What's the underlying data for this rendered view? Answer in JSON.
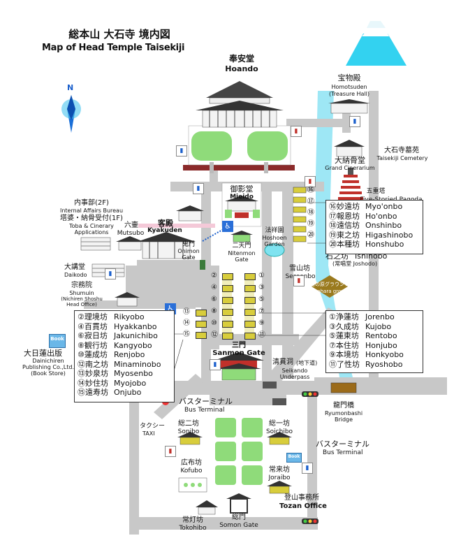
{
  "title": {
    "jp": "総本山 大石寺 境内図",
    "en": "Map of Head Temple Taisekiji"
  },
  "compass": {
    "label": "N"
  },
  "buildings": {
    "hoando": {
      "jp": "奉安堂",
      "en": "Hoando"
    },
    "treasure": {
      "jp": "宝物殿",
      "en": "Homotsuden",
      "en2": "(Treasure Hall)"
    },
    "cinerarium": {
      "jp": "大納骨堂",
      "en": "Grand Cinerarium"
    },
    "cemetery": {
      "jp": "大石寺墓苑",
      "en": "Taisekiji Cemetery"
    },
    "pagoda": {
      "jp": "五重塔",
      "en": "Five-Storied Pagoda"
    },
    "mieido": {
      "jp": "御影堂",
      "en": "Mieido"
    },
    "garden": {
      "jp": "法祥園",
      "en": "Hoshoen",
      "en2": "Garden"
    },
    "niten": {
      "jp": "二天門",
      "en": "Nitenmon",
      "en2": "Gate"
    },
    "onimon": {
      "jp": "鬼門",
      "en": "Onimon",
      "en2": "Gate"
    },
    "kyakuden": {
      "jp": "客殿",
      "en": "Kyakuden"
    },
    "mutsubo": {
      "jp": "六壷",
      "en": "Mutsubo"
    },
    "internal": {
      "jp": "内事部(2F)",
      "en": "Internal Affairs Bureau",
      "jp2": "塔婆・納骨受付(1F)",
      "en2": "Toba & Cinerary",
      "en3": "Applications"
    },
    "daikodo": {
      "jp": "大講堂",
      "en": "Daikodo"
    },
    "shumuin": {
      "jp": "宗務院",
      "en": "Shumuin",
      "en2": "(Nichiren Shoshu",
      "en3": "Head Office)"
    },
    "sessenbo": {
      "jp": "雪山坊",
      "en": "Sessenbo"
    },
    "ishinobo": {
      "jp": "石之坊",
      "en": "Ishinobo",
      "sub": "(常唱堂 Joshodo)"
    },
    "ground": {
      "jp": "塔の原グラウンド",
      "en": "Tonohara ground"
    },
    "sanmon": {
      "jp": "三門",
      "en": "Sanmon Gate"
    },
    "seikando": {
      "jp": "清貫洞",
      "jp_sub": "(地下道)",
      "en": "Seikando",
      "en2": "Underpass"
    },
    "ryumon": {
      "jp": "龍門橋",
      "en": "Ryumonbashi",
      "en2": "Bridge"
    },
    "publishing": {
      "jp": "大日蓮出版",
      "en": "Dainichiren",
      "en2": "Publishing Co.,Ltd.",
      "en3": "(Book Store)",
      "sign": "Book"
    },
    "bus1": {
      "jp": "バスターミナル",
      "en": "Bus Terminal"
    },
    "bus2": {
      "jp": "バスターミナル",
      "en": "Bus Terminal"
    },
    "taxi": {
      "jp": "タクシー",
      "en": "TAXI"
    },
    "sonibo": {
      "jp": "総二坊",
      "en": "Sonibo"
    },
    "soichibo": {
      "jp": "総一坊",
      "en": "Soichibo"
    },
    "kofubo": {
      "jp": "広布坊",
      "en": "Kofubo"
    },
    "joraibo": {
      "jp": "常来坊",
      "en": "Joraibo"
    },
    "tozan": {
      "jp": "登山事務所",
      "en": "Tozan Office"
    },
    "somon": {
      "jp": "総門",
      "en": "Somon Gate"
    },
    "tokohibo": {
      "jp": "常灯坊",
      "en": "Tokohibo"
    },
    "book2": {
      "sign": "Book"
    }
  },
  "lists": {
    "right_top": [
      {
        "jp": "⑯妙遠坊",
        "en": "Myo'onbo"
      },
      {
        "jp": "⑰報恩坊",
        "en": "Ho'onbo"
      },
      {
        "jp": "⑱遠信坊",
        "en": "Onshinbo"
      },
      {
        "jp": "⑲東之坊",
        "en": "Higashinobo"
      },
      {
        "jp": "⑳本種坊",
        "en": "Honshubo"
      }
    ],
    "right_mid": [
      {
        "jp": "①浄蓮坊",
        "en": "Jorenbo"
      },
      {
        "jp": "③久成坊",
        "en": "Kujobo"
      },
      {
        "jp": "⑤蓮東坊",
        "en": "Rentobo"
      },
      {
        "jp": "⑦本住坊",
        "en": "Honjubo"
      },
      {
        "jp": "⑨本境坊",
        "en": "Honkyobo"
      },
      {
        "jp": "⑪了性坊",
        "en": "Ryoshobo"
      }
    ],
    "left": [
      {
        "jp": "②理境坊",
        "en": "Rikyobo"
      },
      {
        "jp": "④百貫坊",
        "en": "Hyakkanbo"
      },
      {
        "jp": "⑥寂日坊",
        "en": "Jakunichibo"
      },
      {
        "jp": "⑧観行坊",
        "en": "Kangyobo"
      },
      {
        "jp": "⑩蓮成坊",
        "en": "Renjobo"
      },
      {
        "jp": "⑫南之坊",
        "en": "Minaminobo"
      },
      {
        "jp": "⑬妙泉坊",
        "en": "Myosenbo"
      },
      {
        "jp": "⑭妙住坊",
        "en": "Myojobo"
      },
      {
        "jp": "⑮遠寿坊",
        "en": "Onjubo"
      }
    ]
  },
  "lodges": {
    "column_a": [
      "②",
      "④",
      "⑥",
      "⑧",
      "⑩",
      "⑫"
    ],
    "column_b": [
      "①",
      "③",
      "⑤",
      "⑦",
      "⑨",
      "⑪"
    ],
    "column_c": [
      "⑬",
      "⑭",
      "⑮"
    ],
    "column_d": [
      "⑯",
      "⑰",
      "⑱",
      "⑲",
      "⑳"
    ]
  },
  "colors": {
    "road": "#c8c8c8",
    "lawn": "#8fdb7a",
    "river": "#9ee7f5",
    "lodge": "#d8cd3c",
    "roof": "#333333",
    "pond": "#7fe3f0",
    "ground": "#9a7a1e",
    "accent_red": "#c0302a"
  }
}
